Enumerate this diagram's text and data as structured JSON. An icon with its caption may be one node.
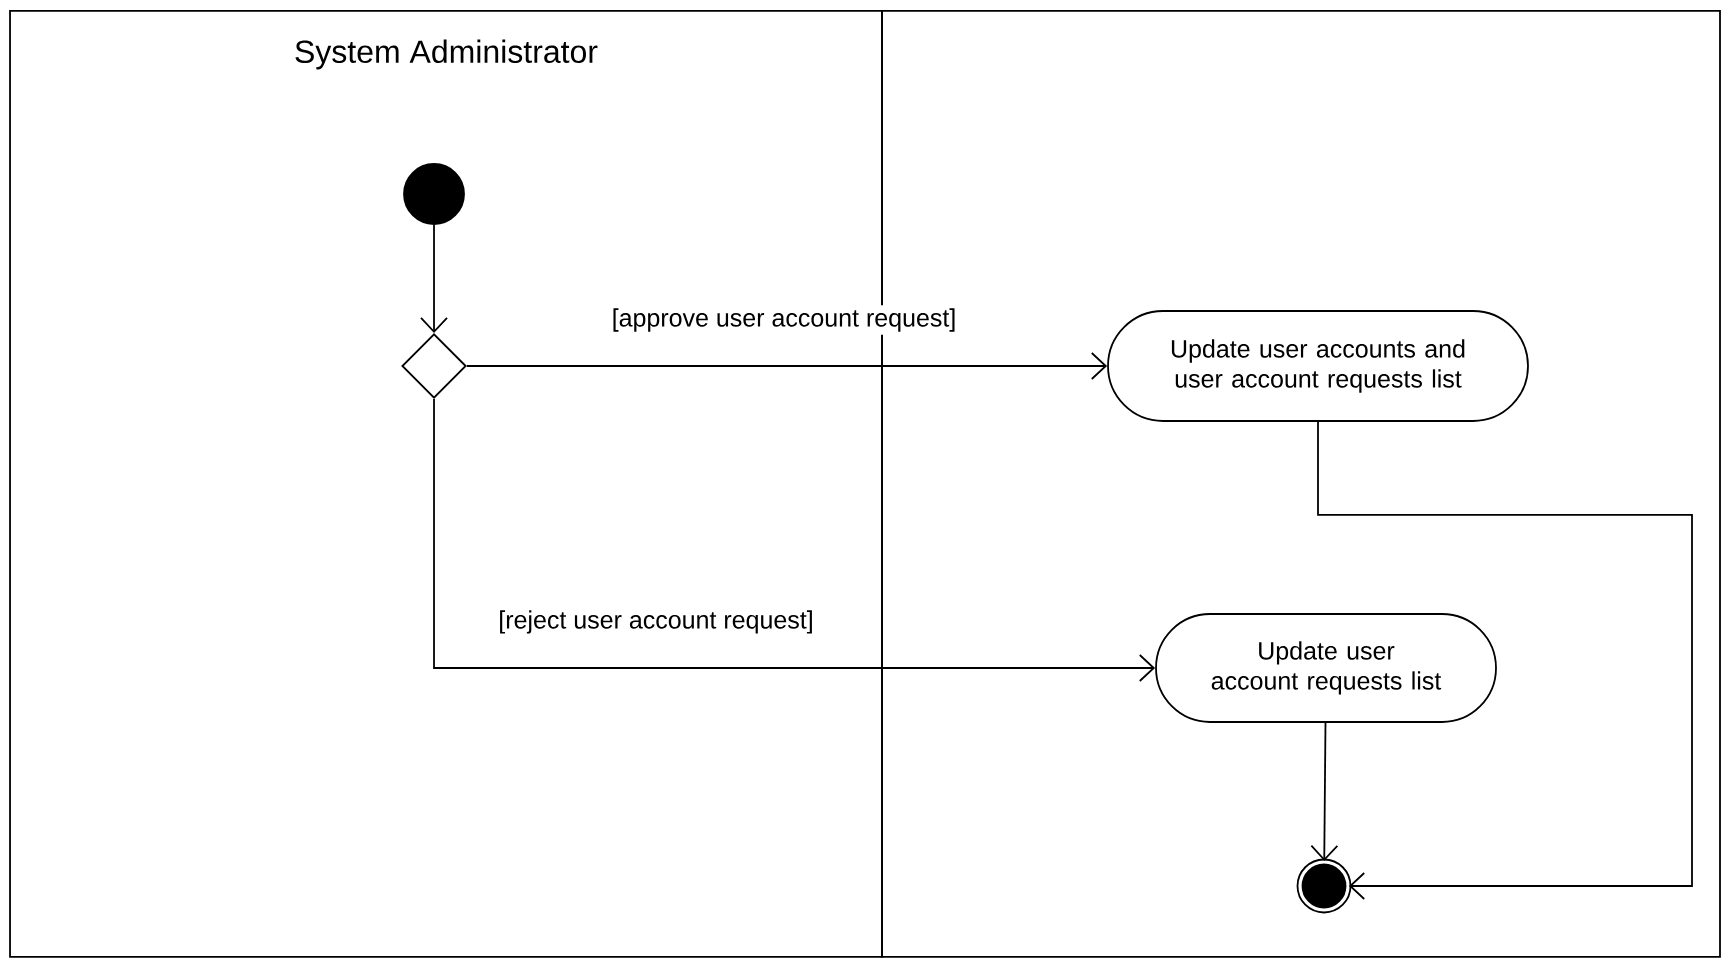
{
  "diagram": {
    "nodes": [
      {
        "text": [
          "System Administrator"
        ]
      },
      {
        "text": [],
        "shape": "box"
      },
      {
        "text": [],
        "shape": "circle",
        "in": 0
      },
      {
        "text": [],
        "shape": "diamond",
        "in": 0
      },
      {
        "text": [
          "Update user accounts and user account requests list"
        ],
        "in": 1
      },
      {
        "text": [
          "Update user account requests list"
        ],
        "in": 1
      },
      {
        "text": [],
        "shape": "circle",
        "in": 1
      }
    ],
    "edges": [
      {
        "from": 2,
        "to": 3,
        "arrow": "to"
      },
      {
        "from": 3,
        "to": 4,
        "arrow": "to",
        "label": "[approve user account request]"
      },
      {
        "from": 3,
        "to": 5,
        "arrow": "to",
        "label": "[reject user account request]"
      },
      {
        "from": 4,
        "to": 6,
        "arrow": "to"
      },
      {
        "from": 5,
        "to": 6,
        "arrow": "to"
      }
    ]
  }
}
